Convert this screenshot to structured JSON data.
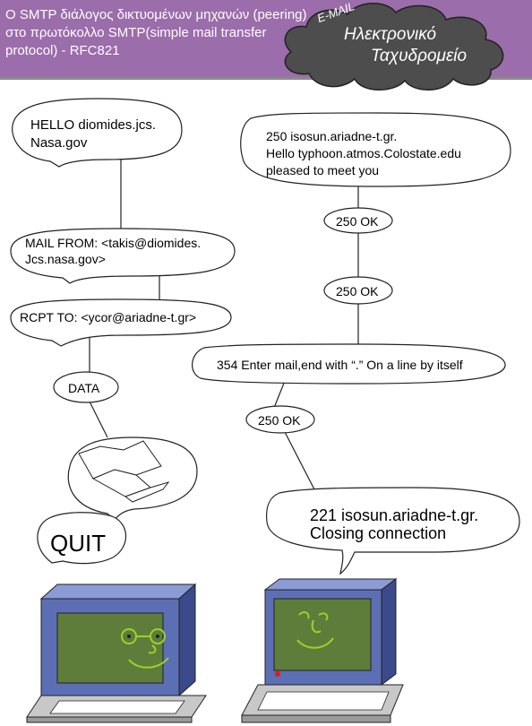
{
  "header": {
    "title": "Ο SMTP διάλογος δικτυομένων μηχανών (peering) στο πρωτόκολλο SMTP(simple mail transfer protocol) - RFC821"
  },
  "badge": {
    "small": "E-MAIL",
    "line1": "Ηλεκτρονικό",
    "line2": "Ταχυδρομείο"
  },
  "client": {
    "hello_line1": "HELLO diomides.jcs.",
    "hello_line2": "Nasa.gov",
    "mail_from_line1": "MAIL FROM: <takis@diomides.",
    "mail_from_line2": "Jcs.nasa.gov>",
    "rcpt_to": "RCPT TO: <ycor@ariadne-t.gr>",
    "data": "DATA",
    "quit": "QUIT"
  },
  "server": {
    "greet_line1": "250 isosun.ariadne-t.gr.",
    "greet_line2": "Hello typhoon.atmos.Colostate.edu",
    "greet_line3": "pleased to meet you",
    "ok1": "250 OK",
    "ok2": "250 OK",
    "enter_mail": "354 Enter mail,end with “.” On a line by itself",
    "ok3": "250 OK",
    "close_line1": "221 isosun.ariadne-t.gr.",
    "close_line2": "Closing connection"
  },
  "colors": {
    "header_bg": "#9b6dab",
    "cloud": "#5a5a5a",
    "monitor_blue": "#5c6fb5",
    "screen_green": "#5e7d3a",
    "face_green": "#9bd22b"
  }
}
